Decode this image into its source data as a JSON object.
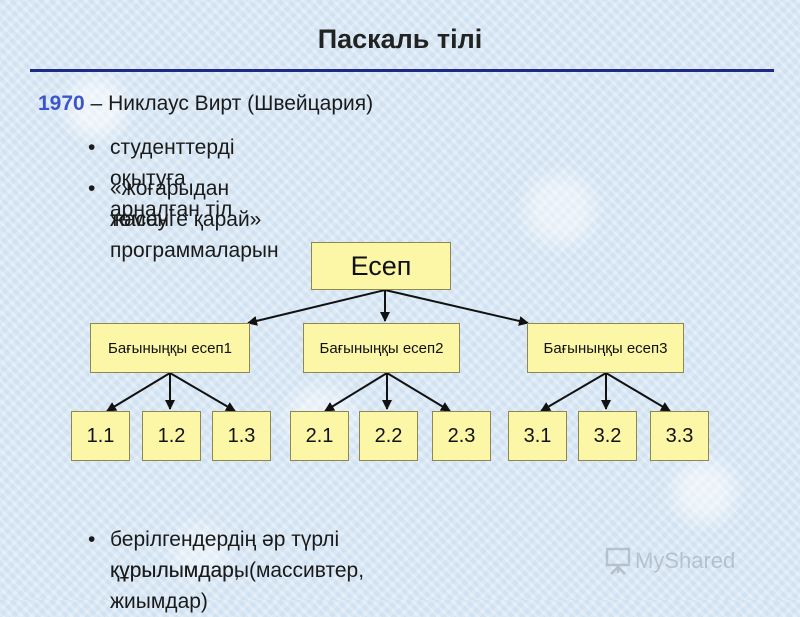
{
  "slide": {
    "title": "Паскаль тілі",
    "year": "1970",
    "author": " – Никлаус Вирт (Швейцария)",
    "bullets": [
      {
        "dot": "•",
        "lines": [
          "студенттерді оқытуға арналған тіл"
        ]
      },
      {
        "dot": "•",
        "lines": [
          "«жоғарыдан төменге қарай» программаларын",
          "жасау"
        ]
      },
      {
        "dot": "•",
        "lines": [
          "берілгендердің әр түрлі құрылымдары(массивтер,",
          "құрылымдар, жиымдар)"
        ]
      }
    ]
  },
  "diagram": {
    "root": "Есеп",
    "subtasks": [
      {
        "label": "Бағыныңқы есеп1",
        "leaves": [
          "1.1",
          "1.2",
          "1.3"
        ]
      },
      {
        "label": "Бағыныңқы есеп2",
        "leaves": [
          "2.1",
          "2.2",
          "2.3"
        ]
      },
      {
        "label": "Бағыныңқы есеп3",
        "leaves": [
          "3.1",
          "3.2",
          "3.3"
        ]
      }
    ]
  },
  "watermark": {
    "text": "MyShared",
    "icon": "presentation-board-icon"
  }
}
